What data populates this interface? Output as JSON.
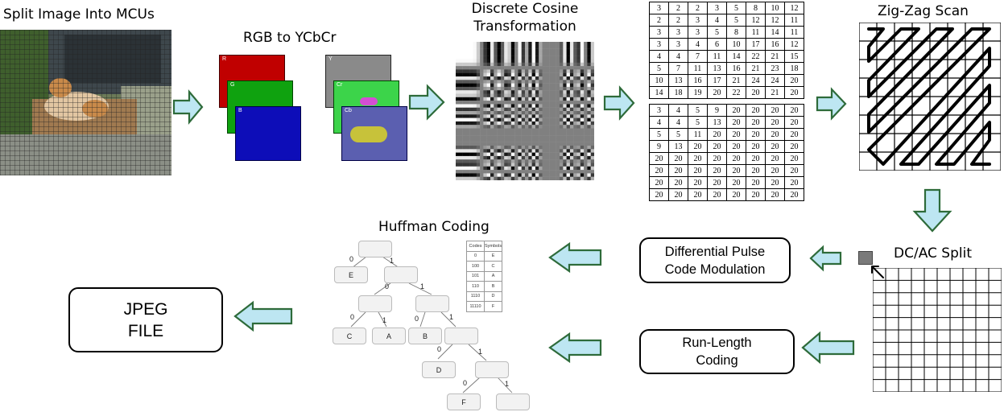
{
  "titles": {
    "split": "Split Image Into MCUs",
    "rgb": "RGB to YCbCr",
    "dct_line1": "Discrete Cosine",
    "dct_line2": "Transformation",
    "zigzag": "Zig-Zag Scan",
    "dcac": "DC/AC Split",
    "huffman": "Huffman Coding"
  },
  "boxes": {
    "dpcm_line1": "Differential Pulse",
    "dpcm_line2": "Code Modulation",
    "rle_line1": "Run-Length",
    "rle_line2": "Coding",
    "jpeg_line1": "JPEG",
    "jpeg_line2": "FILE"
  },
  "channels": {
    "rgb": [
      "R",
      "G",
      "B"
    ],
    "ycc": [
      "Y",
      "Cr",
      "Cb"
    ]
  },
  "quant_luma": [
    [
      "3",
      "2",
      "2",
      "3",
      "5",
      "8",
      "10",
      "12"
    ],
    [
      "2",
      "2",
      "3",
      "4",
      "5",
      "12",
      "12",
      "11"
    ],
    [
      "3",
      "3",
      "3",
      "5",
      "8",
      "11",
      "14",
      "11"
    ],
    [
      "3",
      "3",
      "4",
      "6",
      "10",
      "17",
      "16",
      "12"
    ],
    [
      "4",
      "4",
      "7",
      "11",
      "14",
      "22",
      "21",
      "15"
    ],
    [
      "5",
      "7",
      "11",
      "13",
      "16",
      "21",
      "23",
      "18"
    ],
    [
      "10",
      "13",
      "16",
      "17",
      "21",
      "24",
      "24",
      "20"
    ],
    [
      "14",
      "18",
      "19",
      "20",
      "22",
      "20",
      "21",
      "20"
    ]
  ],
  "quant_chroma": [
    [
      "3",
      "4",
      "5",
      "9",
      "20",
      "20",
      "20",
      "20"
    ],
    [
      "4",
      "4",
      "5",
      "13",
      "20",
      "20",
      "20",
      "20"
    ],
    [
      "5",
      "5",
      "11",
      "20",
      "20",
      "20",
      "20",
      "20"
    ],
    [
      "9",
      "13",
      "20",
      "20",
      "20",
      "20",
      "20",
      "20"
    ],
    [
      "20",
      "20",
      "20",
      "20",
      "20",
      "20",
      "20",
      "20"
    ],
    [
      "20",
      "20",
      "20",
      "20",
      "20",
      "20",
      "20",
      "20"
    ],
    [
      "20",
      "20",
      "20",
      "20",
      "20",
      "20",
      "20",
      "20"
    ],
    [
      "20",
      "20",
      "20",
      "20",
      "20",
      "20",
      "20",
      "20"
    ]
  ],
  "huffman_table": {
    "headers": [
      "Codes",
      "Symbols"
    ],
    "rows": [
      [
        "0",
        "E"
      ],
      [
        "100",
        "C"
      ],
      [
        "101",
        "A"
      ],
      [
        "110",
        "B"
      ],
      [
        "1110",
        "D"
      ],
      [
        "11110",
        "F"
      ]
    ]
  },
  "huffman_tree": {
    "leaves": [
      "E",
      "C",
      "A",
      "B",
      "D",
      "F"
    ],
    "bits": [
      "0",
      "1",
      "0",
      "1",
      "0",
      "1",
      "0",
      "1",
      "0",
      "1",
      "0",
      "1"
    ]
  },
  "colors": {
    "arrow_fill": "#bde6f2",
    "arrow_stroke": "#2e6b3a"
  }
}
